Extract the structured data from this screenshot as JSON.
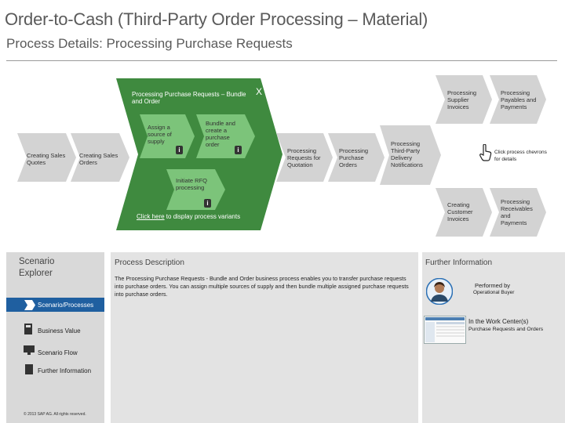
{
  "header": {
    "title": "Order-to-Cash (Third-Party Order Processing – Material)",
    "subtitle": "Process Details: Processing Purchase Requests"
  },
  "flow": {
    "expanded_title": "Processing Purchase Requests – Bundle and Order",
    "close_label": "X",
    "step_assign": "Assign a source of supply",
    "step_bundle": "Bundle and create a purchase order",
    "step_rfq": "Initiate RFQ processing",
    "variants_link": "Click here",
    "variants_text": " to display process variants",
    "creating_quotes": "Creating Sales Quotes",
    "creating_orders": "Creating Sales Orders",
    "rfq": "Processing Requests for Quotation",
    "purchase_orders": "Processing Purchase Orders",
    "third_party": "Processing Third-Party Delivery Notifications",
    "supplier_invoices": "Processing Supplier Invoices",
    "payables": "Processing Payables and Payments",
    "customer_invoices": "Creating Customer Invoices",
    "receivables": "Processing Receivables and Payments",
    "click_hint": "Click process chevrons for details",
    "info_glyph": "i"
  },
  "explorer": {
    "title": "Scenario Explorer",
    "items": [
      "Scenario/Processes",
      "Business Value",
      "Scenario Flow",
      "Further Information"
    ],
    "copyright": "© 2013 SAP AG. All rights reserved."
  },
  "description": {
    "heading": "Process Description",
    "body": "The Processing Purchase Requests - Bundle and Order business process enables you to transfer purchase requests into purchase orders. You can assign multiple sources of supply and then bundle multiple assigned purchase requests into purchase orders."
  },
  "further": {
    "heading": "Further Information",
    "performed_label": "Performed by",
    "performed_value": "Operational Buyer",
    "workcenter_label": "In the Work Center(s)",
    "workcenter_value": "Purchase Requests and Orders"
  },
  "colors": {
    "green": "#3f8a3f",
    "green_light": "#7cc47a",
    "grey_chevron": "#d3d3d3",
    "dark_chevron": "#707070"
  }
}
